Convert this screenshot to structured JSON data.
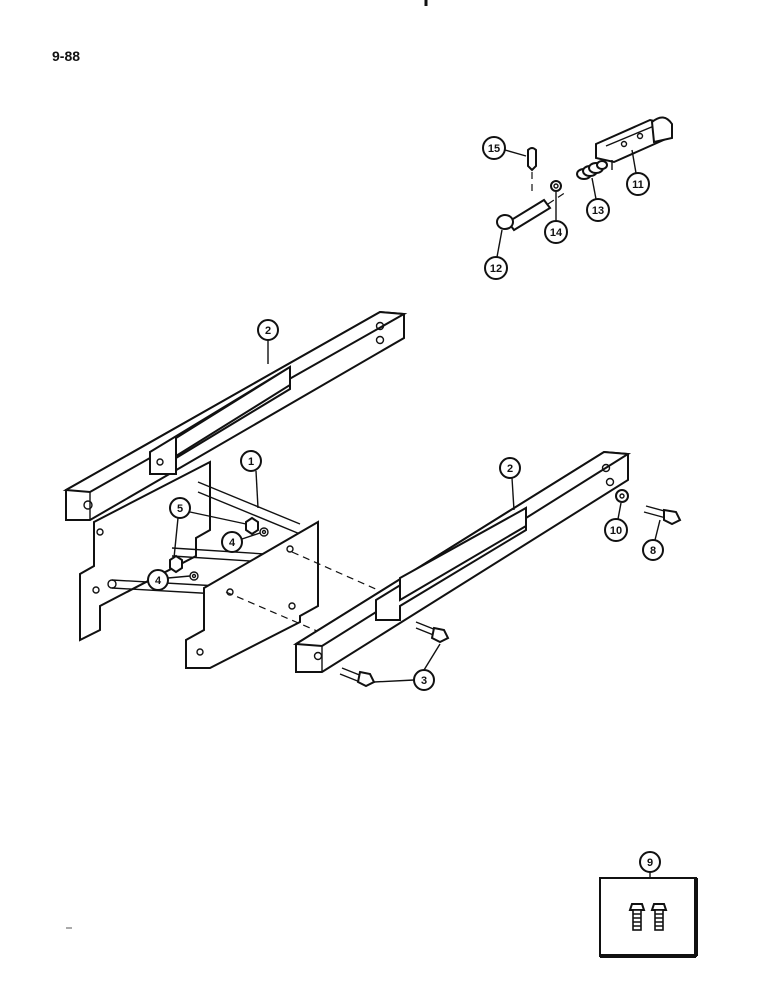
{
  "page": {
    "number": "9-88"
  },
  "callouts": {
    "c1": "1",
    "c2a": "2",
    "c2b": "2",
    "c3": "3",
    "c4a": "4",
    "c4b": "4",
    "c5": "5",
    "c8": "8",
    "c9": "9",
    "c10": "10",
    "c11": "11",
    "c12": "12",
    "c13": "13",
    "c14": "14",
    "c15": "15"
  }
}
